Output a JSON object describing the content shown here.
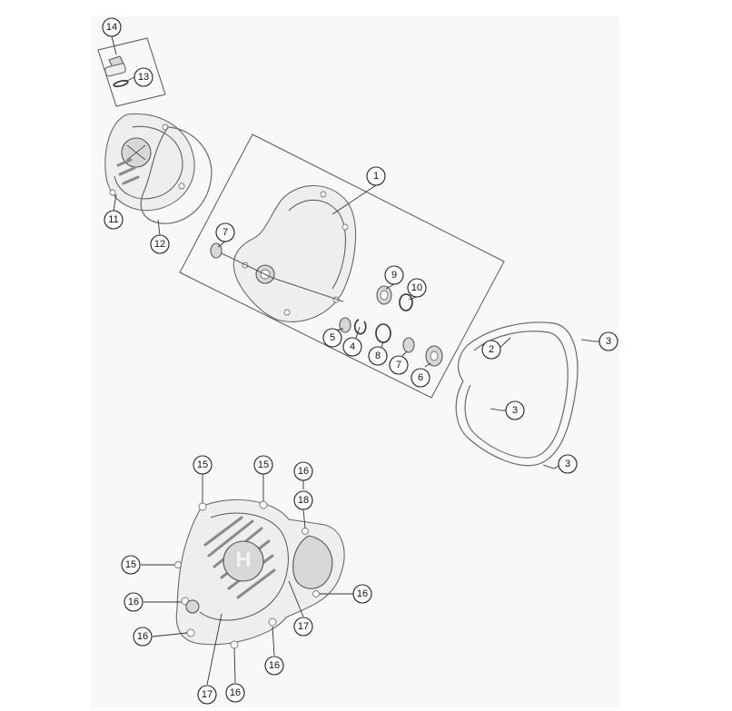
{
  "callouts": [
    {
      "label": "14"
    },
    {
      "label": "13"
    },
    {
      "label": "11"
    },
    {
      "label": "12"
    },
    {
      "label": "1"
    },
    {
      "label": "7"
    },
    {
      "label": "9"
    },
    {
      "label": "10"
    },
    {
      "label": "5"
    },
    {
      "label": "4"
    },
    {
      "label": "8"
    },
    {
      "label": "7"
    },
    {
      "label": "6"
    },
    {
      "label": "2"
    },
    {
      "label": "3"
    },
    {
      "label": "3"
    },
    {
      "label": "3"
    },
    {
      "label": "15"
    },
    {
      "label": "15"
    },
    {
      "label": "16"
    },
    {
      "label": "18"
    },
    {
      "label": "15"
    },
    {
      "label": "16"
    },
    {
      "label": "16"
    },
    {
      "label": "16"
    },
    {
      "label": "17"
    },
    {
      "label": "16"
    },
    {
      "label": "17"
    },
    {
      "label": "16"
    }
  ]
}
